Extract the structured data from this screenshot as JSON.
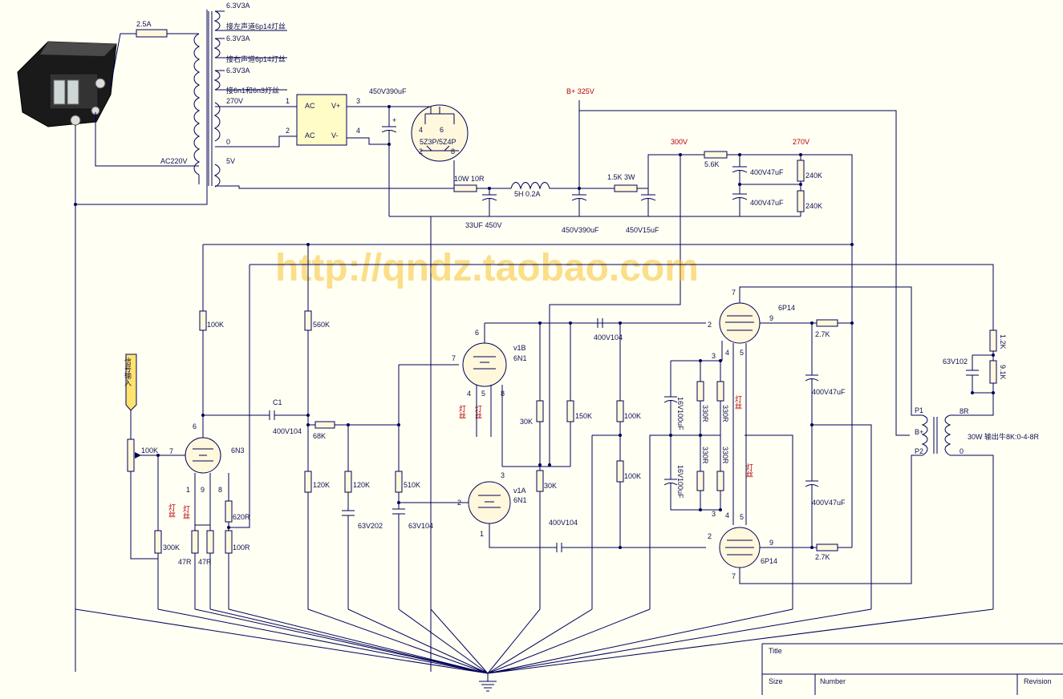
{
  "watermark": "http://qndz.taobao.com",
  "title_block": {
    "title": "Title",
    "size": "Size",
    "number": "Number",
    "revision": "Revision"
  },
  "power": {
    "fuse": "2.5A",
    "tr_taps": [
      "6.3V3A",
      "接左声道6p14灯丝",
      "6.3V3A",
      "接右声道6p14灯丝",
      "6.3V3A",
      "接6n1和6n3灯丝",
      "270V",
      "0",
      "AC220V",
      "5V"
    ],
    "bridge": {
      "ac1": "AC",
      "ac2": "AC",
      "vplus": "V+",
      "vminus": "V-",
      "p1": "1",
      "p2": "2",
      "p3": "3",
      "p4": "4"
    },
    "rect_tube": "5Z3P/5Z4P",
    "rect_pins": [
      "4",
      "6",
      "2",
      "8"
    ],
    "c_first": "450V390uF",
    "r_10w": "10W 10R",
    "c_33": "33UF 450V",
    "choke": "5H 0.2A",
    "bplus": "B+ 325V",
    "c_390": "450V390uF",
    "r_15k": "1.5K 3W",
    "c_15": "450V15uF",
    "v300": "300V",
    "r_56k": "5.6K",
    "v270": "270V",
    "c_47a": "400V47uF",
    "c_47b": "400V47uF",
    "r_240a": "240K",
    "r_240b": "240K"
  },
  "amp": {
    "input": "信号输入",
    "pot": "100K",
    "r_300k": "300K",
    "v6n3": "6N3",
    "v6n3_pins": [
      "7",
      "6",
      "1",
      "9",
      "8"
    ],
    "fil": "灯丝",
    "r_100k_a": "100K",
    "r_47a": "47R",
    "r_47b": "47R",
    "r_620": "620R",
    "r_100r": "100R",
    "c1": "C1",
    "c1_val": "400V104",
    "r_560k": "560K",
    "r_68k": "68K",
    "r_120a": "120K",
    "r_120b": "120K",
    "c_63v202": "63V202",
    "r_510k": "510K",
    "c_63v104": "63V104",
    "v1b": "v1B",
    "v1b_type": "6N1",
    "v1b_pins": [
      "6",
      "7",
      "4",
      "5",
      "8"
    ],
    "v1a": "v1A",
    "v1a_type": "6N1",
    "v1a_pins": [
      "3",
      "2",
      "1"
    ],
    "r_30a": "30K",
    "r_30b": "30K",
    "r_150k": "150K",
    "c_top": "400V104",
    "c_bot": "400V104",
    "r_100k_b": "100K",
    "r_100k_c": "100K",
    "c_16a": "16V100uF",
    "c_16b": "16V100uF",
    "r_330": [
      "330R",
      "330R",
      "330R",
      "330R"
    ],
    "p6p14a": "6P14",
    "p6p14b": "6P14",
    "pp_pins_top": [
      "7",
      "2",
      "9",
      "3",
      "4",
      "5"
    ],
    "pp_pins_bot": [
      "3",
      "4",
      "5",
      "2",
      "9",
      "7"
    ],
    "r_27a": "2.7K",
    "r_27b": "2.7K",
    "c_47c": "400V47uF",
    "c_47d": "400V47uF",
    "r_12k": "1.2K",
    "r_91k": "9.1K",
    "c_63v102": "63V102",
    "ot_p1": "P1",
    "ot_bplus": "B+",
    "ot_p2": "P2",
    "ot_8r": "8R",
    "ot_0": "0",
    "ot_desc": "30W 输出牛8K:0-4-8R"
  }
}
